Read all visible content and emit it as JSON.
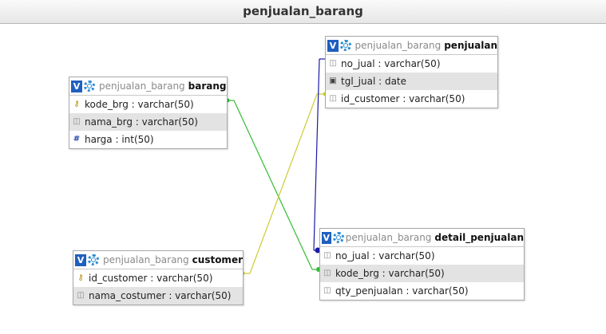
{
  "diagram_title": "penjualan_barang",
  "tables": [
    {
      "id": "barang",
      "db": "penjualan_barang",
      "name": "barang",
      "columns": [
        {
          "text": "kode_brg : varchar(50)",
          "icon": "primary-key-icon"
        },
        {
          "text": "nama_brg : varchar(50)",
          "icon": "column-icon"
        },
        {
          "text": "harga : int(50)",
          "icon": "numeric-column-icon"
        }
      ]
    },
    {
      "id": "penjualan",
      "db": "penjualan_barang",
      "name": "penjualan",
      "columns": [
        {
          "text": "no_jual : varchar(50)",
          "icon": "column-icon"
        },
        {
          "text": "tgl_jual : date",
          "icon": "date-column-icon"
        },
        {
          "text": "id_customer : varchar(50)",
          "icon": "column-icon"
        }
      ]
    },
    {
      "id": "customer",
      "db": "penjualan_barang",
      "name": "customer",
      "columns": [
        {
          "text": "id_customer : varchar(50)",
          "icon": "primary-key-icon"
        },
        {
          "text": "nama_costumer : varchar(50)",
          "icon": "column-icon"
        }
      ]
    },
    {
      "id": "detail_penjualan",
      "db": "penjualan_barang",
      "name": "detail_penjualan",
      "columns": [
        {
          "text": "no_jual : varchar(50)",
          "icon": "column-icon"
        },
        {
          "text": "kode_brg : varchar(50)",
          "icon": "column-icon"
        },
        {
          "text": "qty_penjualan : varchar(50)",
          "icon": "column-icon"
        }
      ]
    }
  ],
  "header_buttons": {
    "toggle_label": "V",
    "settings_icon": "gear-icon"
  },
  "relations": [
    {
      "from": "barang.kode_brg",
      "to": "detail_penjualan.kode_brg",
      "color": "#33bb33"
    },
    {
      "from": "customer.id_customer",
      "to": "penjualan.id_customer",
      "color": "#cccc33"
    },
    {
      "from": "penjualan.no_jual",
      "to": "detail_penjualan.no_jual",
      "color": "#1a1aa6"
    }
  ]
}
